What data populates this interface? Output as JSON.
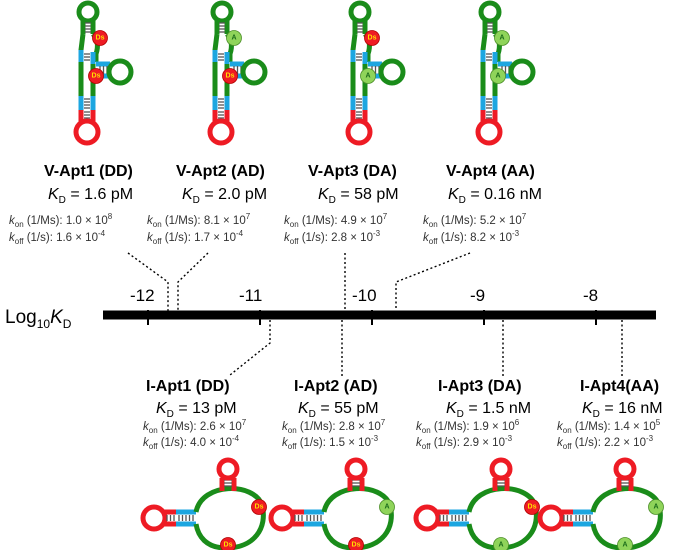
{
  "axis": {
    "label_main": "Log",
    "label_sub": "10",
    "label_k": "K",
    "label_ksub": "D",
    "ticks": [
      {
        "value": -12,
        "label": "-12"
      },
      {
        "value": -11,
        "label": "-11"
      },
      {
        "value": -10,
        "label": "-10"
      },
      {
        "value": -9,
        "label": "-9"
      },
      {
        "value": -8,
        "label": "-8"
      }
    ],
    "range": [
      -12.4,
      -7.5
    ]
  },
  "labels": {
    "kd_letter": "K",
    "kd_sub": "D",
    "k_letter": "k",
    "on_sub": "on",
    "off_sub": "off",
    "on_unit": " (1/Ms): ",
    "off_unit": " (1/s):   "
  },
  "aptamers": [
    {
      "id": "v1",
      "name": "V-Apt1 (DD)",
      "kd": " = 1.6 pM",
      "log_kd": -11.8,
      "kon": "1.0 × 10",
      "kon_exp": "8",
      "koff": "1.6 × 10",
      "koff_exp": "-4",
      "mods": [
        "Ds",
        "Ds"
      ]
    },
    {
      "id": "v2",
      "name": "V-Apt2 (AD)",
      "kd": " = 2.0 pM",
      "log_kd": -11.7,
      "kon": "8.1 × 10",
      "kon_exp": "7",
      "koff": "1.7 × 10",
      "koff_exp": "-4",
      "mods": [
        "A",
        "Ds"
      ]
    },
    {
      "id": "v3",
      "name": "V-Apt3 (DA)",
      "kd": " = 58 pM",
      "log_kd": -10.24,
      "kon": "4.9 × 10",
      "kon_exp": "7",
      "koff": "2.8 × 10",
      "koff_exp": "-3",
      "mods": [
        "Ds",
        "A"
      ]
    },
    {
      "id": "v4",
      "name": "V-Apt4 (AA)",
      "kd": " = 0.16 nM",
      "log_kd": -9.8,
      "kon": "5.2 × 10",
      "kon_exp": "7",
      "koff": "8.2 × 10",
      "koff_exp": "-3",
      "mods": [
        "A",
        "A"
      ]
    },
    {
      "id": "i1",
      "name": "I-Apt1 (DD)",
      "kd": " = 13 pM",
      "log_kd": -10.89,
      "kon": "2.6 × 10",
      "kon_exp": "7",
      "koff": "4.0 × 10",
      "koff_exp": "-4",
      "mods": [
        "Ds",
        "Ds"
      ]
    },
    {
      "id": "i2",
      "name": "I-Apt2 (AD)",
      "kd": " = 55 pM",
      "log_kd": -10.26,
      "kon": "2.8 × 10",
      "kon_exp": "7",
      "koff": "1.5 × 10",
      "koff_exp": "-3",
      "mods": [
        "A",
        "Ds"
      ]
    },
    {
      "id": "i3",
      "name": "I-Apt3 (DA)",
      "kd": " = 1.5 nM",
      "log_kd": -8.82,
      "kon": "1.9 × 10",
      "kon_exp": "6",
      "koff": "2.9 × 10",
      "koff_exp": "-3",
      "mods": [
        "Ds",
        "A"
      ]
    },
    {
      "id": "i4",
      "name": "I-Apt4(AA)",
      "kd": " = 16 nM",
      "log_kd": -7.8,
      "kon": "1.4 × 10",
      "kon_exp": "5",
      "koff": "2.2 × 10",
      "koff_exp": "-3",
      "mods": [
        "A",
        "A"
      ]
    }
  ],
  "colors": {
    "stem_green": "#1a8c1a",
    "stem_blue": "#1ca6e0",
    "loop_red": "#ee1b24",
    "ds_fill": "#ee1b24",
    "ds_text": "#ffe100",
    "a_fill": "#8fd45a",
    "a_text": "#1a6b1a",
    "axis": "#000000"
  }
}
